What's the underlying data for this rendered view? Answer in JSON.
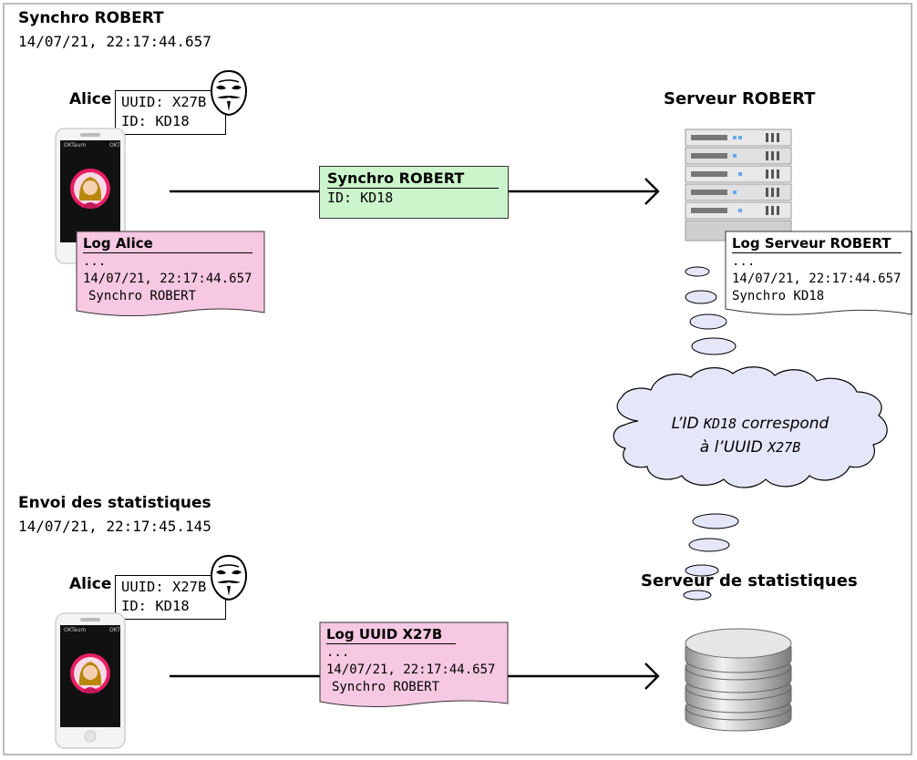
{
  "section1": {
    "title": "Synchro ROBERT",
    "timestamp": "14/07/21, 22:17:44.657"
  },
  "section2": {
    "title": "Envoi des statistiques",
    "timestamp": "14/07/21, 22:17:45.145"
  },
  "alice": {
    "name": "Alice",
    "uuid_line": "UUID: X27B",
    "id_line": "ID: KD18",
    "phone_carrier": "OKTaum",
    "phone_status": "OKT"
  },
  "message_synchro": {
    "title": "Synchro ROBERT",
    "line1": "ID: KD18",
    "color": "#ccf5cc"
  },
  "log_alice": {
    "title": "Log Alice",
    "dots": "...",
    "timestamp": "14/07/21, 22:17:44.657",
    "entry": "Synchro ROBERT",
    "color": "#f6c8e2"
  },
  "server_robert": {
    "label": "Serveur ROBERT",
    "log_title": "Log Serveur ROBERT",
    "dots": "...",
    "timestamp": "14/07/21, 22:17:44.657",
    "entry": "Synchro KD18"
  },
  "thought": {
    "line1_prefix": "L’ID ",
    "line1_code": "KD18",
    "line1_suffix": " correspond",
    "line2_prefix": "à l’UUID ",
    "line2_code": "X27B",
    "color": "#e6e6fa"
  },
  "server_stats": {
    "label": "Serveur de statistiques"
  },
  "message_log_uuid": {
    "title": "Log UUID X27B",
    "dots": "...",
    "timestamp": "14/07/21, 22:17:44.657",
    "entry": "Synchro ROBERT",
    "color": "#f6c8e2"
  },
  "icons": [
    "anonymous-mask-icon",
    "smartphone-icon",
    "user-avatar-icon",
    "server-rack-icon",
    "database-icon",
    "arrow-right-icon"
  ]
}
